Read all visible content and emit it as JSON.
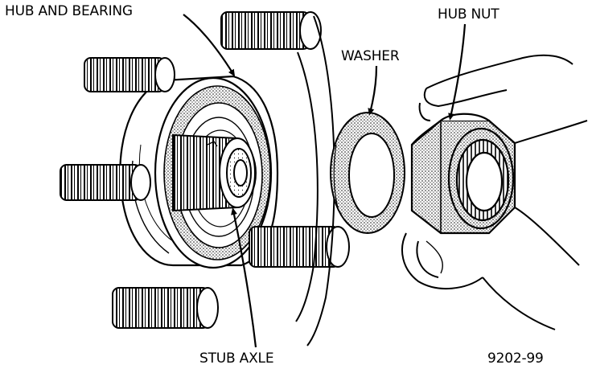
{
  "labels": {
    "hub_and_bearing": "HUB AND BEARING",
    "hub_nut": "HUB NUT",
    "washer": "WASHER",
    "stub_axle": "STUB AXLE",
    "figure_number": "9202-99"
  }
}
